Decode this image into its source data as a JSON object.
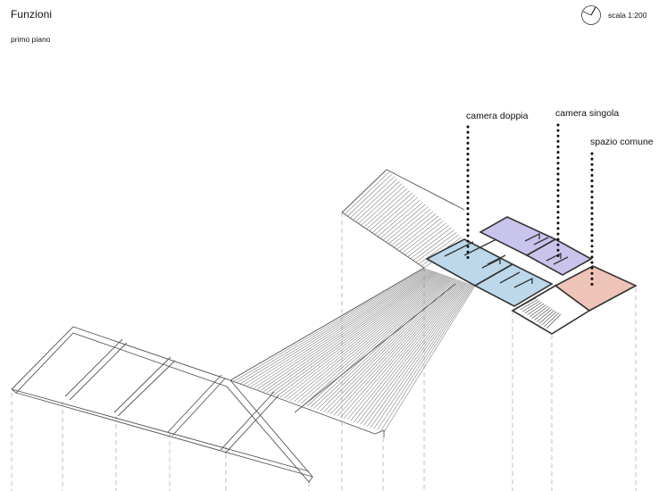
{
  "header": {
    "title": "Funzioni",
    "subtitle": "primo piano",
    "scale": "scala 1:200"
  },
  "icons": {
    "compass": "north-arrow-icon"
  },
  "legend": {
    "camera_doppia": {
      "label": "camera doppia",
      "color": "#bcd8ea"
    },
    "camera_singola": {
      "label": "camera singola",
      "color": "#c9c4ec"
    },
    "spazio_comune": {
      "label": "spazio comune",
      "color": "#eec3b8"
    }
  },
  "colors": {
    "line": "#555555",
    "wall": "#333333",
    "guide": "#9a9a9a"
  }
}
